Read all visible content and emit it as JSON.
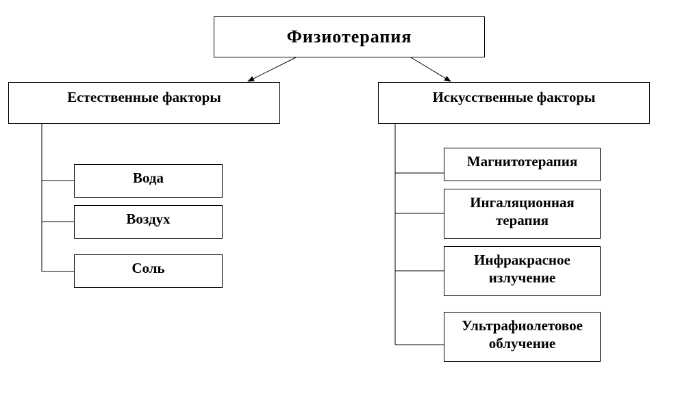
{
  "root": {
    "label": "Физиотерапия"
  },
  "natural": {
    "label": "Естественные факторы",
    "items": [
      "Вода",
      "Воздух",
      "Соль"
    ]
  },
  "artificial": {
    "label": "Искусственные факторы",
    "items": [
      "Магнитотерапия",
      "Ингаляционная терапия",
      "Инфракрасное излучение",
      "Ультрафиолетовое облучение"
    ]
  }
}
